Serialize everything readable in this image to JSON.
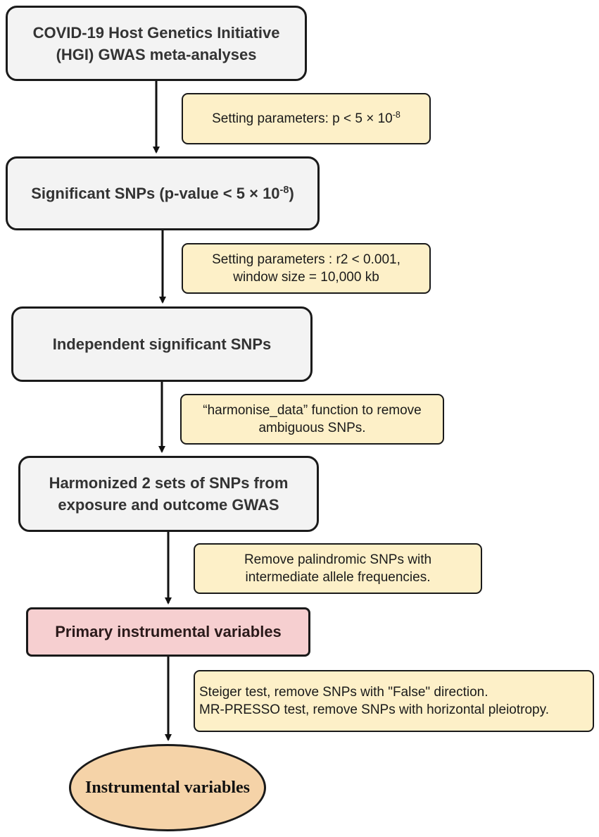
{
  "nodes": {
    "hgi": {
      "line1": "COVID-19 Host Genetics Initiative",
      "line2": "(HGI) GWAS meta-analyses"
    },
    "significant": {
      "prefix": "Significant SNPs (p-value < 5 × 10",
      "exponent": "-8",
      "suffix": ")"
    },
    "independent": {
      "label": "Independent significant SNPs"
    },
    "harmonized": {
      "line1": "Harmonized 2 sets of SNPs from",
      "line2": "exposure and outcome GWAS"
    },
    "primary": {
      "label": "Primary instrumental variables"
    },
    "final": {
      "label": "Instrumental variables"
    }
  },
  "notes": {
    "pvalue": {
      "prefix": "Setting parameters: p < 5 × 10",
      "exponent": "-8"
    },
    "clumping": {
      "line1": "Setting parameters : r2 < 0.001,",
      "line2": "window size = 10,000 kb"
    },
    "harmonise": {
      "line1": "“harmonise_data” function to remove",
      "line2": "ambiguous SNPs."
    },
    "palindromic": {
      "line1": "Remove palindromic SNPs with",
      "line2": "intermediate allele frequencies."
    },
    "steiger": {
      "line1": "Steiger test, remove SNPs with \"False\" direction.",
      "line2": "MR-PRESSO test, remove SNPs with horizontal pleiotropy."
    }
  },
  "colors": {
    "process_fill": "#f3f3f3",
    "note_fill": "#fdf0c8",
    "primary_fill": "#f6cfd0",
    "final_fill": "#f5d3a8",
    "stroke": "#1a1a1a"
  }
}
